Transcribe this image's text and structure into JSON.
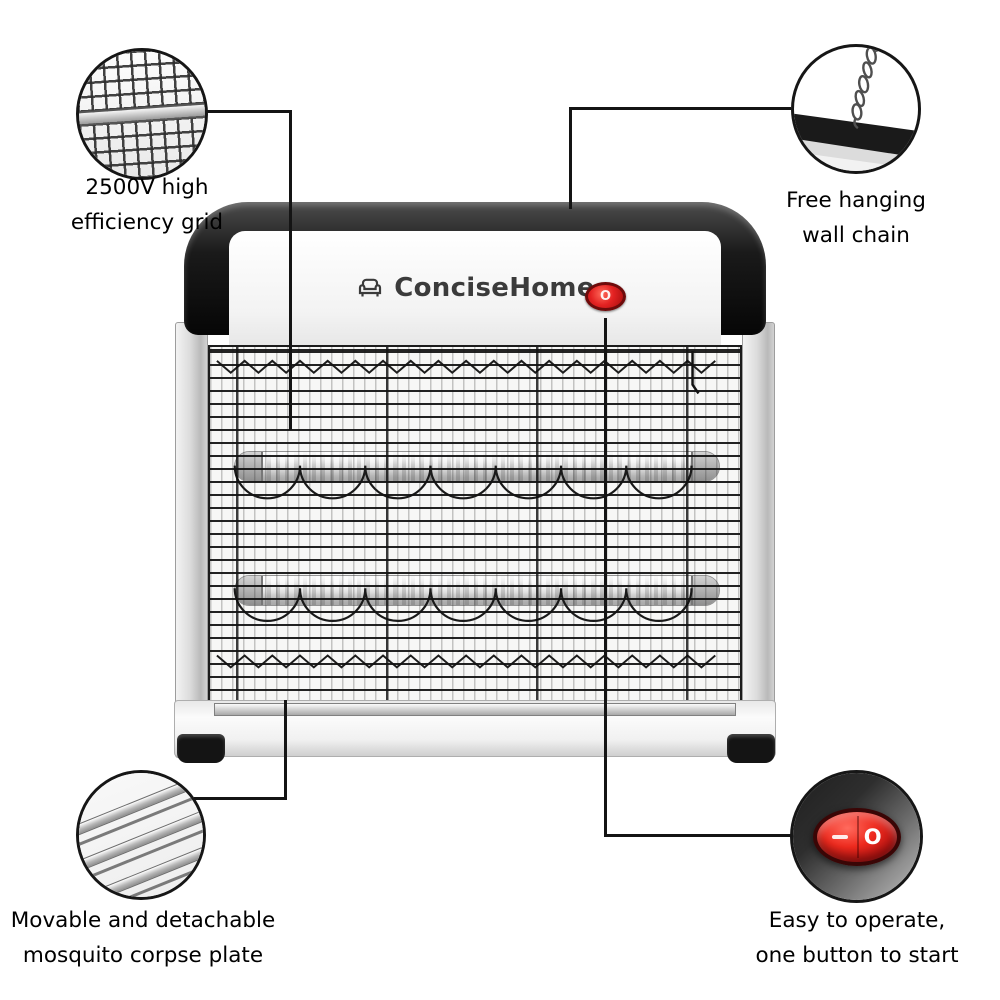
{
  "brand": {
    "name": "ConciseHome"
  },
  "power_switch": {
    "off_symbol": "O"
  },
  "callouts": {
    "grid": {
      "line1": "2500V high",
      "line2": "efficiency grid"
    },
    "chain": {
      "line1": "Free hanging",
      "line2": "wall chain"
    },
    "plate": {
      "line1": "Movable and detachable",
      "line2": "mosquito corpse plate"
    },
    "power": {
      "line1": "Easy to operate,",
      "line2": "one button to start"
    }
  },
  "icons": {
    "brand_logo": "couch-icon",
    "top_left": "mesh-grid-closeup",
    "top_right": "hanging-chain-closeup",
    "bottom_left": "corpse-plate-closeup",
    "bottom_right": "rocker-switch-closeup"
  },
  "colors": {
    "accent_red": "#d21f1f",
    "line_black": "#141414",
    "body_white": "#f3f3f3"
  }
}
